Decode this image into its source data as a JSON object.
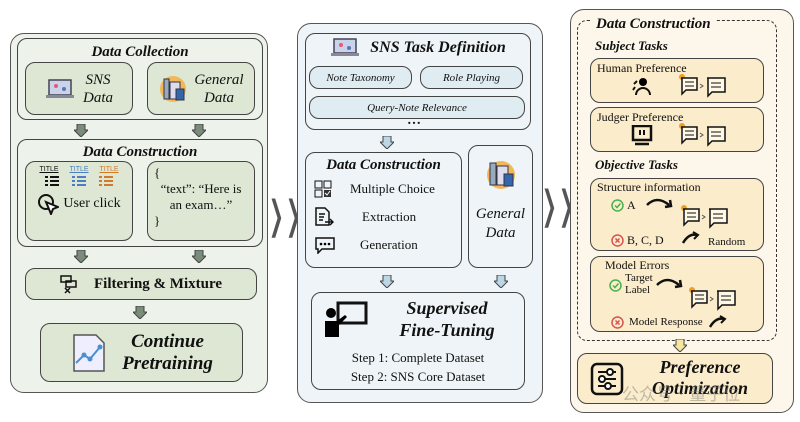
{
  "stage1": {
    "collection_title": "Data Collection",
    "sns_data": [
      "SNS",
      "Data"
    ],
    "general_data": [
      "General",
      "Data"
    ],
    "construction_title": "Data Construction",
    "title_labels": [
      "TITLE",
      "TITLE",
      "TITLE"
    ],
    "user_click": "User click",
    "json_open": "{",
    "json_text": "“text”: “Here is an exam…”",
    "json_close": "}",
    "filtering": "Filtering & Mixture",
    "pretraining": [
      "Continue",
      "Pretraining"
    ]
  },
  "stage2": {
    "task_def_title": "SNS Task Definition",
    "tasks": [
      "Note Taxonomy",
      "Role Playing",
      "Query-Note Relevance"
    ],
    "ellipsis": "…",
    "construction_title": "Data Construction",
    "methods": [
      "Multiple Choice",
      "Extraction",
      "Generation"
    ],
    "general_data": [
      "General",
      "Data"
    ],
    "sft_title": [
      "Supervised",
      "Fine-Tuning"
    ],
    "steps": [
      "Step 1: Complete Dataset",
      "Step 2: SNS Core Dataset"
    ]
  },
  "stage3": {
    "construction_title": "Data Construction",
    "subject_title": "Subject Tasks",
    "human_pref": "Human Preference",
    "judger_pref": "Judger Preference",
    "objective_title": "Objective Tasks",
    "structure_info": "Structure information",
    "correct_a": "A",
    "wrong_bcd": "B, C, D",
    "random": "Random",
    "model_errors": "Model Errors",
    "target_label": [
      "Target",
      "Label"
    ],
    "model_response": "Model Response",
    "po_title": [
      "Preference",
      "Optimization"
    ]
  },
  "watermark": "公众号 · 量子位",
  "colors": {
    "stage1": "#dde7d3",
    "stage2": "#dfecf1",
    "stage3": "#fbeccb",
    "check": "#4caf50",
    "cross": "#d9534f"
  }
}
